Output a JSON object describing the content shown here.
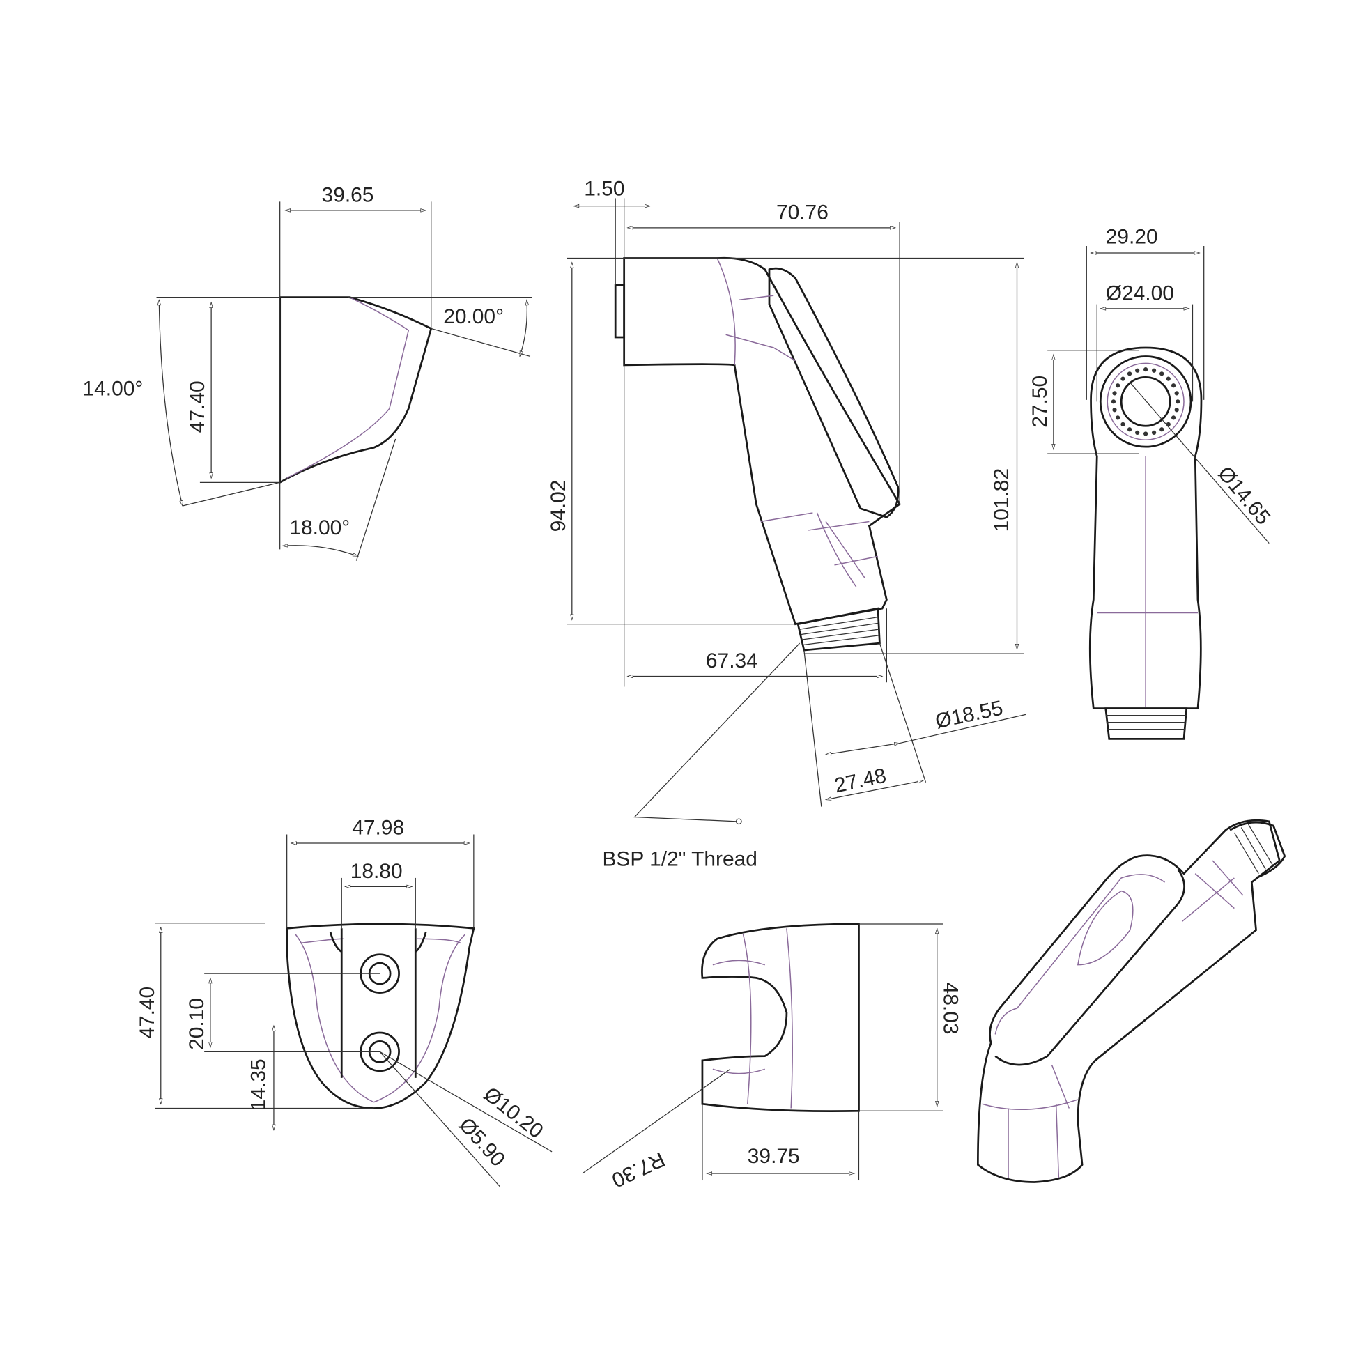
{
  "drawing": {
    "holder_side_view": {
      "width": "39.65",
      "height": "47.40",
      "angle_top": "20.00°",
      "angle_left": "14.00°",
      "angle_bottom": "18.00°"
    },
    "sprayer_side_view": {
      "lip": "1.50",
      "length": "70.76",
      "height_body": "94.02",
      "height_total": "101.82",
      "base_length": "67.34",
      "thread_dia": "Ø18.55",
      "thread_width": "27.48",
      "thread_note": "BSP 1/2\" Thread"
    },
    "sprayer_front_view": {
      "width": "29.20",
      "head_dia": "Ø24.00",
      "head_height": "27.50",
      "inner_dia": "Ø14.65"
    },
    "holder_front_view": {
      "width": "47.98",
      "slot_width": "18.80",
      "height": "47.40",
      "hole_spacing": "20.10",
      "hole_offset": "14.35",
      "outer_dia": "Ø10.20",
      "inner_dia": "Ø5.90"
    },
    "holder_top_view": {
      "height": "48.03",
      "depth": "39.75",
      "radius": "R7.30"
    }
  },
  "colors": {
    "outline": "#1a1a1a",
    "construction": "#8a6a9a"
  }
}
